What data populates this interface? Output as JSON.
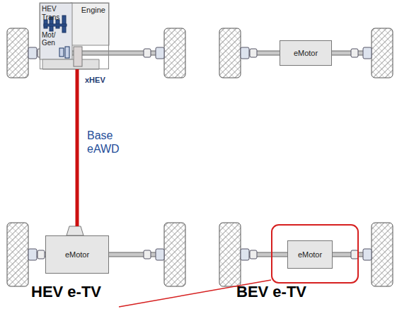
{
  "diagram": {
    "nodes": [
      {
        "text": [
          "Engine"
        ]
      },
      {
        "text": [
          "HEV Trans"
        ],
        "in": 0
      },
      {
        "text": [
          "Mot/ Gen"
        ],
        "in": 0
      },
      {
        "text": [
          "eMotor"
        ]
      },
      {
        "text": [
          "eMotor"
        ]
      },
      {
        "text": [
          "eMotor"
        ]
      }
    ],
    "edges": [
      {
        "from": 0,
        "to": 4,
        "arrow": "none"
      }
    ],
    "labels": [
      "xHEV",
      "Base eAWD",
      "HEV e-TV",
      "BEV e-TV"
    ]
  }
}
